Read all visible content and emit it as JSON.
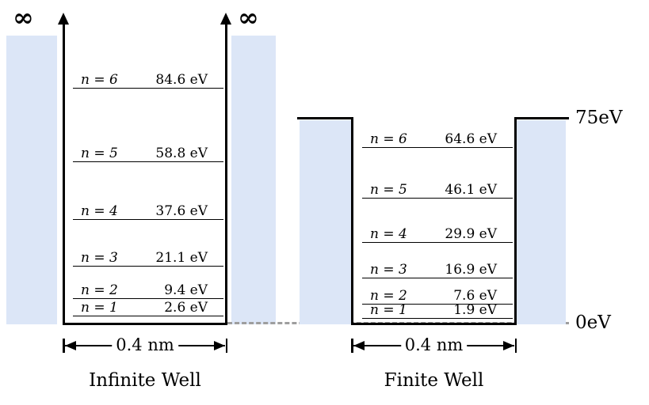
{
  "diagram": {
    "infinite_well": {
      "title": "Infinite Well",
      "infinity_left": "∞",
      "infinity_right": "∞",
      "width_label": "0.4 nm",
      "levels": [
        {
          "n": "n = 6",
          "energy": "84.6 eV"
        },
        {
          "n": "n = 5",
          "energy": "58.8 eV"
        },
        {
          "n": "n = 4",
          "energy": "37.6 eV"
        },
        {
          "n": "n = 3",
          "energy": "21.1 eV"
        },
        {
          "n": "n = 2",
          "energy": "9.4 eV"
        },
        {
          "n": "n = 1",
          "energy": "2.6 eV"
        }
      ]
    },
    "finite_well": {
      "title": "Finite Well",
      "width_label": "0.4 nm",
      "barrier_height_label": "75eV",
      "zero_label": "0eV",
      "levels": [
        {
          "n": "n = 6",
          "energy": "64.6 eV"
        },
        {
          "n": "n = 5",
          "energy": "46.1 eV"
        },
        {
          "n": "n = 4",
          "energy": "29.9 eV"
        },
        {
          "n": "n = 3",
          "energy": "16.9 eV"
        },
        {
          "n": "n = 2",
          "energy": "7.6 eV"
        },
        {
          "n": "n = 1",
          "energy": "1.9 eV"
        }
      ]
    },
    "colors": {
      "barrier_fill": "#dce6f7",
      "line": "#000000",
      "dashed_baseline": "#9e9e9e"
    }
  }
}
